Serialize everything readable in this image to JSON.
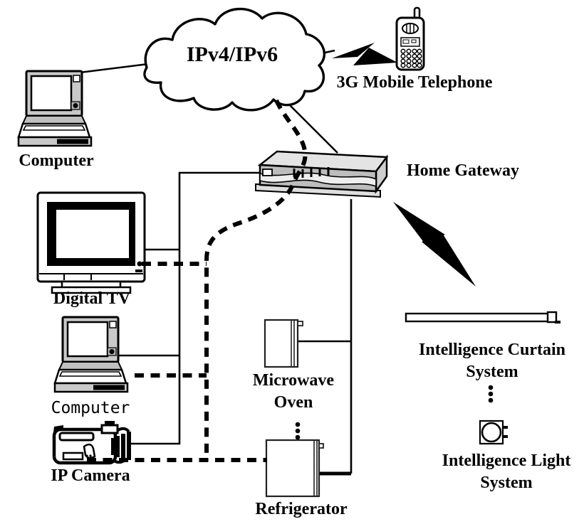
{
  "figure": {
    "cloud": {
      "label": "IPv4/IPv6"
    },
    "devices": {
      "computer_top": {
        "label": "Computer"
      },
      "mobile_phone": {
        "label": "3G Mobile Telephone"
      },
      "home_gateway": {
        "label": "Home Gateway"
      },
      "digital_tv": {
        "label": "Digital TV"
      },
      "computer_middle": {
        "label": "Computer"
      },
      "ip_camera": {
        "label": "IP Camera"
      },
      "microwave_oven": {
        "label_line1": "Microwave",
        "label_line2": "Oven"
      },
      "refrigerator": {
        "label": "Refrigerator"
      },
      "curtain_system": {
        "label_line1": "Intelligence Curtain",
        "label_line2": "System"
      },
      "light_system": {
        "label_line1": "Intelligence Light",
        "label_line2": "System"
      }
    },
    "colors": {
      "background": "#ffffff",
      "ink": "#000000",
      "device_fill": "#c9c9c9",
      "gateway_top": "#e4e4e4",
      "gateway_front": "#bdbdbd",
      "gateway_side": "#cfcfcf"
    }
  }
}
